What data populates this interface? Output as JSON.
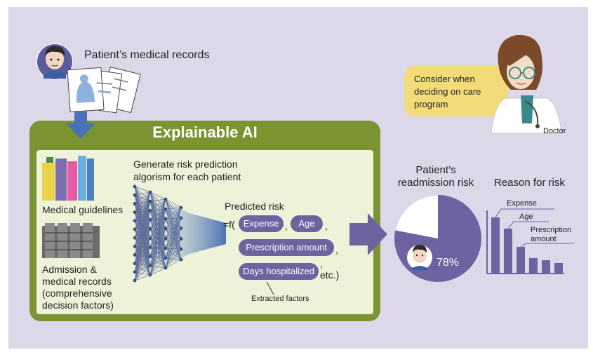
{
  "labels": {
    "patient_records": "Patient’s medical records",
    "consider_when": "Consider when deciding on care program",
    "doctor": "Doctor",
    "explainable_ai": "Explainable AI",
    "generate_line1": "Generate risk prediction",
    "generate_line2": "algorism for each patient",
    "medical_guidelines": "Medical guidelines",
    "admission_l1": "Admission &",
    "admission_l2": "medical records",
    "admission_l3": "(comprehensive",
    "admission_l4": "decision factors)",
    "predicted_risk": "Predicted risk",
    "formula_prefix": "=f(",
    "comma": ",",
    "etc": "etc.)",
    "extracted_factors": "Extracted factors",
    "readmission_l1": "Patient’s",
    "readmission_l2": "readmission risk",
    "reason_for_risk": "Reason for risk",
    "risk_percent": "78%"
  },
  "factors": {
    "expense": "Expense",
    "age": "Age",
    "prescription": "Prescription amount",
    "days": "Days hospitalized"
  },
  "bar_labels": {
    "expense": "Expense",
    "age": "Age",
    "prescription_l1": "Prescription",
    "prescription_l2": "amount"
  },
  "colors": {
    "background": "#dcd8ea",
    "frame_green": "#7a9431",
    "inner_green": "#eef2d8",
    "purple": "#6e63a0",
    "blue_arrow": "#4a72b8",
    "bubble_yellow": "#f2dc7a"
  },
  "risk_value": 0.78
}
